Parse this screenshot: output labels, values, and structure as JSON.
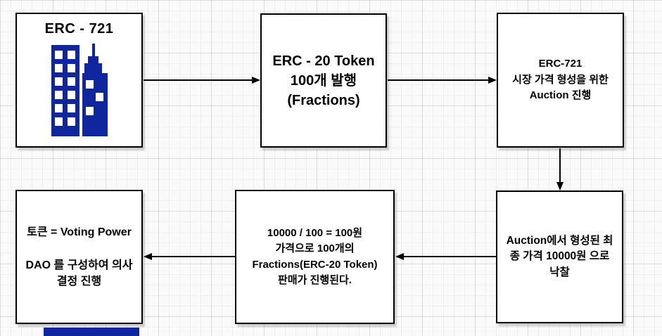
{
  "colors": {
    "building": "#10269e",
    "node_border": "#000000",
    "bottom_bar": "#10269e",
    "connector": "#000000"
  },
  "nodes": {
    "erc721": {
      "title": "ERC - 721"
    },
    "erc20": {
      "text": "ERC - 20 Token\n100개 발행\n(Fractions)"
    },
    "auction": {
      "text": "ERC-721\n시장 가격 형성을 위한\nAuction 진행"
    },
    "bid": {
      "text": "Auction에서 형성된 최\n종 가격 10000원 으로\n낙찰"
    },
    "sale": {
      "text": "10000 / 100 = 100원\n가격으로 100개의\nFractions(ERC-20 Token)\n판매가 진행된다."
    },
    "dao": {
      "text": "토큰 = Voting Power\n\nDAO 를 구성하여 의사\n결정 진행"
    }
  }
}
